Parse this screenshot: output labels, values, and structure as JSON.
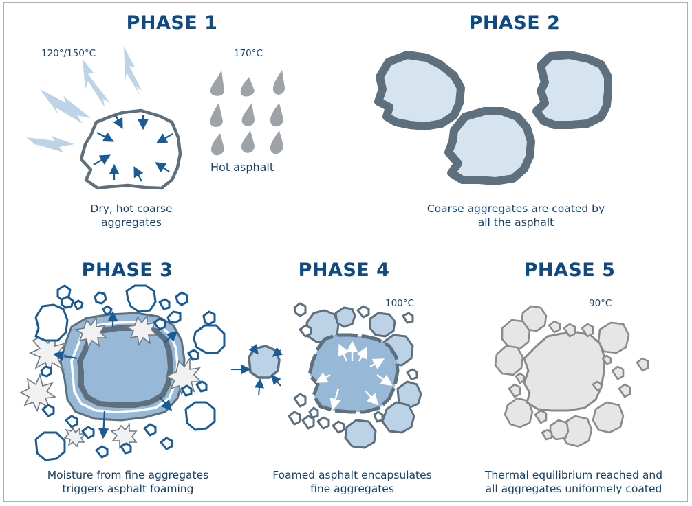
{
  "phases": [
    {
      "title": "PHASE 1",
      "caption_line1": "Dry, hot coarse",
      "caption_line2": "aggregates",
      "temp_left": "120°/150°C",
      "temp_right": "170°C",
      "asphalt_label": "Hot asphalt"
    },
    {
      "title": "PHASE 2",
      "caption_line1": "Coarse aggregates are coated by",
      "caption_line2": "all the asphalt"
    },
    {
      "title": "PHASE 3",
      "caption_line1": "Moisture from fine aggregates",
      "caption_line2": "triggers asphalt foaming"
    },
    {
      "title": "PHASE 4",
      "caption_line1": "Foamed asphalt encapsulates",
      "caption_line2": "fine aggregates",
      "temp": "100°C"
    },
    {
      "title": "PHASE 5",
      "caption_line1": "Thermal equilibrium reached and",
      "caption_line2": "all aggregates uniformely coated",
      "temp": "90°C"
    }
  ],
  "colors": {
    "title": "#0d4a86",
    "text": "#14406f",
    "aggregate_outline": "#5e6f7d",
    "light_fill": "#d6e4f0",
    "foam_fill": "#97b8d6",
    "gray_fill": "#e6e6e6",
    "gray_outline": "#8a8a8a",
    "heat": "#bdd3e8",
    "drop": "#9ea3a7"
  }
}
